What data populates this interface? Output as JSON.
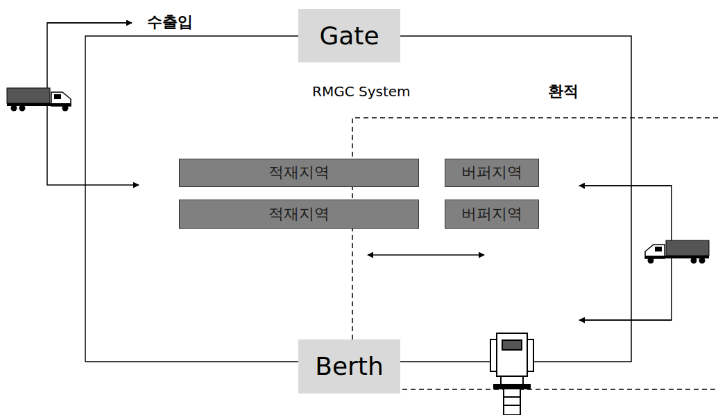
{
  "diagram": {
    "nodes": [
      {
        "text": [
          "Gate"
        ]
      },
      {
        "text": [
          "적재지역"
        ]
      },
      {
        "text": [
          "버퍼지역"
        ]
      },
      {
        "text": [
          "적재지역"
        ]
      },
      {
        "text": [
          "버퍼지역"
        ]
      },
      {
        "text": [
          "Berth"
        ]
      }
    ],
    "labels": [
      "수출입",
      "RMGC System",
      "환적"
    ]
  }
}
